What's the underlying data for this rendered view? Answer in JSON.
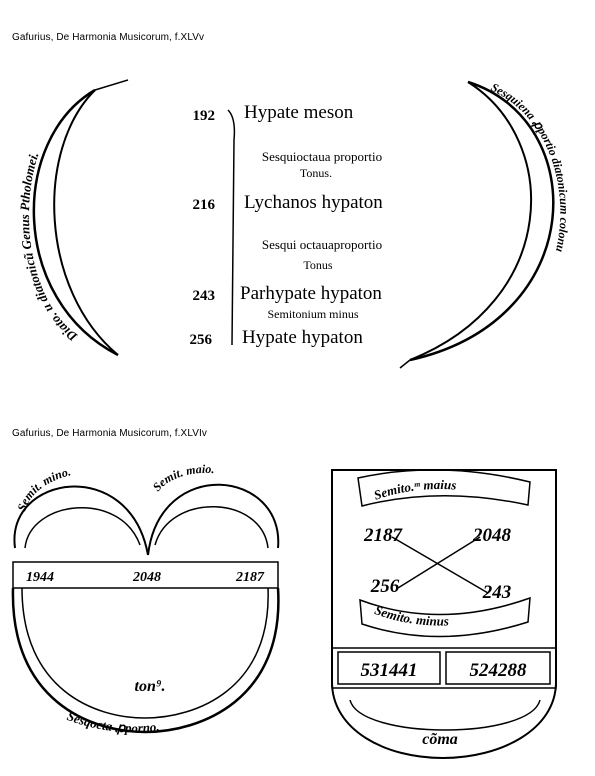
{
  "captions": {
    "top": "Gafurius, De Harmonia Musicorum, f.XLVv",
    "bottom": "Gafurius, De Harmonia Musicorum, f.XLVIv"
  },
  "figure1": {
    "left_arc_label": "Diato. u diatonicũ Genus Ptholomei.",
    "right_arc_label": "Sesquiena ꝓportio diatonicum colonu",
    "rows": [
      {
        "number": "192",
        "name": "Hypate meson"
      },
      {
        "number": "216",
        "name": "Lychanos hypaton"
      },
      {
        "number": "243",
        "name": "Parhypate hypaton"
      },
      {
        "number": "256",
        "name": "Hypate hypaton"
      }
    ],
    "intervals": [
      {
        "ratio": "Sesquioctaua proportio",
        "name": "Tonus."
      },
      {
        "ratio": "Sesqui octauaproportio",
        "name": "Tonus"
      },
      {
        "ratio": "Semitonium minus",
        "name": ""
      }
    ]
  },
  "figure2": {
    "left_lobe_label": "Semit. mino.",
    "right_lobe_label": "Semit. maio.",
    "numbers": [
      "1944",
      "2048",
      "2187"
    ],
    "center_label": "ton⁹.",
    "bottom_label": "Sesqocta ꝓporno."
  },
  "figure3": {
    "top_arc_label": "Semito.ᵐ maius",
    "bottom_arc_label": "Semito. minus",
    "cross_numbers": {
      "top_left": "2187",
      "top_right": "2048",
      "bottom_left": "256",
      "bottom_right": "243"
    },
    "box_left": "531441",
    "box_right": "524288",
    "bottom_label": "cõma"
  }
}
